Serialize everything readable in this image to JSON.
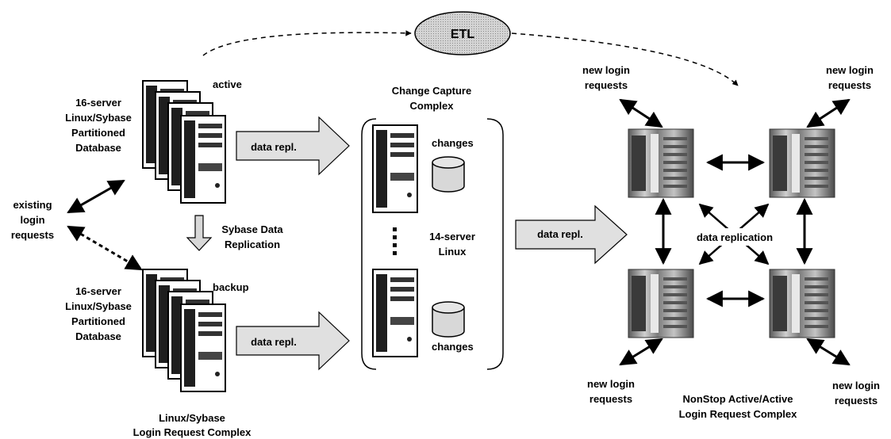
{
  "labels": {
    "etl": "ETL",
    "active": "active",
    "backup": "backup",
    "primary_db": [
      "16-server",
      "Linux/Sybase",
      "Partitioned",
      "Database"
    ],
    "backup_db": [
      "16-server",
      "Linux/Sybase",
      "Partitioned",
      "Database"
    ],
    "existing_requests": [
      "existing",
      "login",
      "requests"
    ],
    "sybase_replication": [
      "Sybase Data",
      "Replication"
    ],
    "linux_complex": [
      "Linux/Sybase",
      "Login Request Complex"
    ],
    "data_repl_top": "data repl.",
    "data_repl_bottom": "data repl.",
    "data_repl_middle": "data repl.",
    "change_capture": [
      "Change Capture",
      "Complex"
    ],
    "changes_top": "changes",
    "changes_bottom": "changes",
    "linux14": [
      "14-server",
      "Linux"
    ],
    "new_login_tl": [
      "new login",
      "requests"
    ],
    "new_login_tr": [
      "new login",
      "requests"
    ],
    "new_login_bl": [
      "new login",
      "requests"
    ],
    "new_login_br": [
      "new login",
      "requests"
    ],
    "data_replication": "data replication",
    "nonstop_complex": [
      "NonStop Active/Active",
      "Login Request Complex"
    ]
  },
  "colors": {
    "etl_fill": "#c8c8c8",
    "arrow_fill": "#e0e0e0",
    "server_dark": "#2b2b2b",
    "server_light": "#9a9a9a"
  }
}
